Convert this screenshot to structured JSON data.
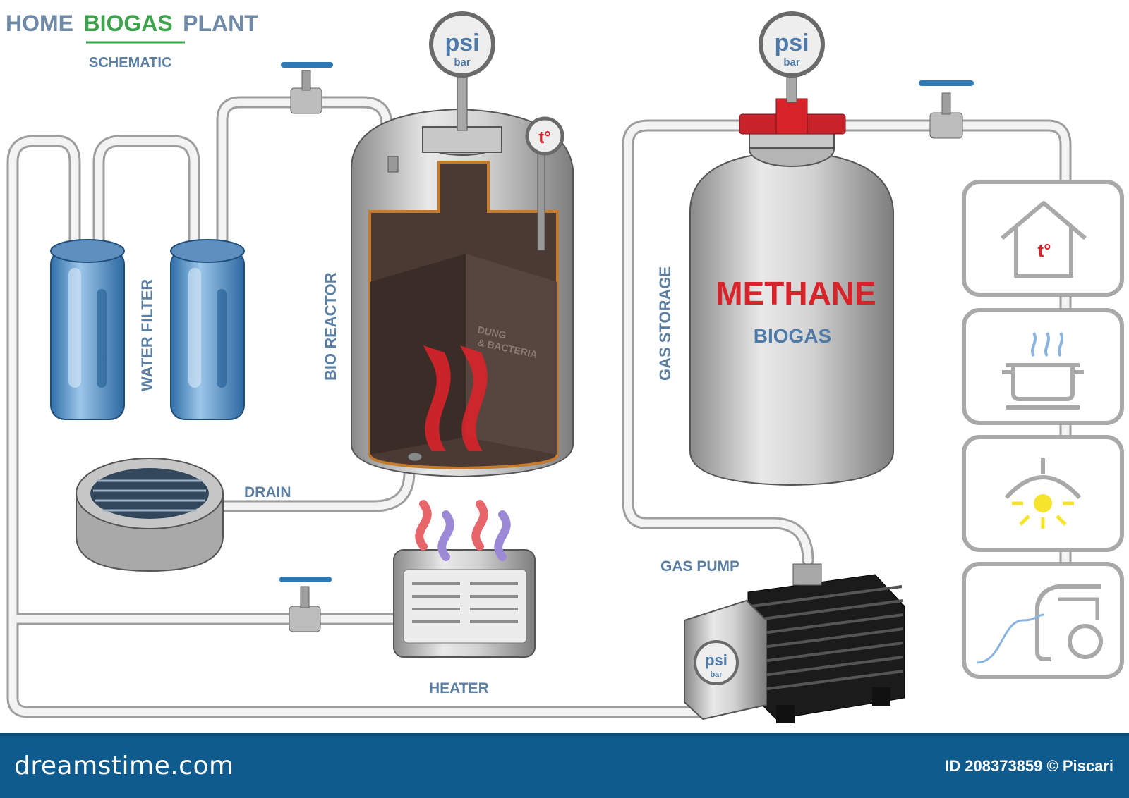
{
  "title": {
    "part1": "HOME",
    "part2": "BIOGAS",
    "part3": "PLANT",
    "subtitle": "SCHEMATIC"
  },
  "labels": {
    "water_filter": "WATER FILTER",
    "bio_reactor": "BIO REACTOR",
    "gas_storage": "GAS STORAGE",
    "drain": "DRAIN",
    "heater": "HEATER",
    "gas_pump": "GAS PUMP",
    "dung_line1": "DUNG",
    "dung_line2": "& BACTERIA",
    "methane": "METHANE",
    "biogas": "BIOGAS"
  },
  "gauges": {
    "unit_top": "psi",
    "unit_bottom": "bar",
    "temp": "t°"
  },
  "icons": [
    "house-heating-icon",
    "cooking-pot-icon",
    "lamp-light-icon",
    "electric-car-icon"
  ],
  "footer": {
    "brand": "dreamstime.com",
    "credit": "ID 208373859 © Piscari"
  },
  "colors": {
    "label": "#5a7fa3",
    "title_accent": "#3fa34d",
    "methane": "#d8232a",
    "pipe": "#c9c9c9",
    "footer": "#0f5b8e"
  }
}
